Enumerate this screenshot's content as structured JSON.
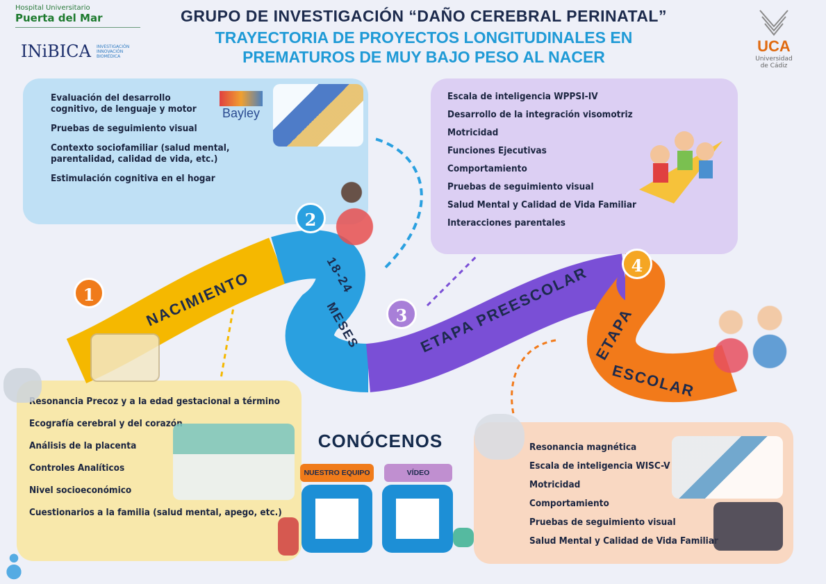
{
  "logos": {
    "hospital_line1": "Hospital Universitario",
    "hospital_line2": "Puerta del Mar",
    "inibica": "INiBICA",
    "inibica_sub": [
      "INVESTIGACIÓN",
      "INNOVACIÓN",
      "BIOMÉDICA"
    ],
    "uca": "UCA",
    "uca_sub": [
      "Universidad",
      "de Cádiz"
    ]
  },
  "header": {
    "title": "GRUPO DE INVESTIGACIÓN “DAÑO CEREBRAL PERINATAL”",
    "subtitle_line1": "TRAYECTORIA DE PROYECTOS LONGITUDINALES EN",
    "subtitle_line2": "PREMATUROS DE MUY BAJO PESO AL NACER"
  },
  "stages": [
    {
      "number": "1",
      "label": "NACIMIENTO",
      "color": "#f5b800",
      "pin_color": "#f07b1a"
    },
    {
      "number": "2",
      "label_line1": "18-24",
      "label_line2": "MESES",
      "color": "#2aa0e0",
      "pin_color": "#2aa0e0"
    },
    {
      "number": "3",
      "label": "ETAPA PREESCOLAR",
      "color": "#7a4fd6",
      "pin_color": "#a87fd8"
    },
    {
      "number": "4",
      "label_line1": "ETAPA",
      "label_line2": "ESCOLAR",
      "color": "#f27a1a",
      "pin_color": "#f5a623"
    }
  ],
  "box_18_24": {
    "brand": "Bayley",
    "items": [
      "Evaluación del desarrollo cognitivo, de lenguaje y motor",
      "Pruebas de seguimiento visual",
      "Contexto sociofamiliar (salud mental, parentalidad, calidad de vida, etc.)",
      "Estimulación cognitiva en el hogar"
    ]
  },
  "box_preescolar": {
    "items": [
      "Escala de inteligencia WPPSI-IV",
      "Desarrollo de la integración visomotriz",
      "Motricidad",
      "Funciones Ejecutivas",
      "Comportamiento",
      "Pruebas de seguimiento visual",
      "Salud Mental y Calidad de Vida Familiar",
      "Interacciones parentales"
    ]
  },
  "box_nacimiento": {
    "items": [
      "Resonancia Precoz y a la edad gestacional a término",
      "Ecografía cerebral y del corazón",
      "Análisis de la placenta",
      "Controles Analíticos",
      "Nivel socioeconómico",
      "Cuestionarios a la familia (salud mental, apego, etc.)"
    ]
  },
  "box_escolar": {
    "items": [
      "Resonancia magnética",
      "Escala de inteligencia WISC-V",
      "Motricidad",
      "Comportamiento",
      "Pruebas de seguimiento visual",
      "Salud Mental y Calidad de Vida Familiar"
    ]
  },
  "conocenos": {
    "title": "CONÓCENOS",
    "equipo": "NUESTRO EQUIPO",
    "video": "VÍDEO"
  }
}
